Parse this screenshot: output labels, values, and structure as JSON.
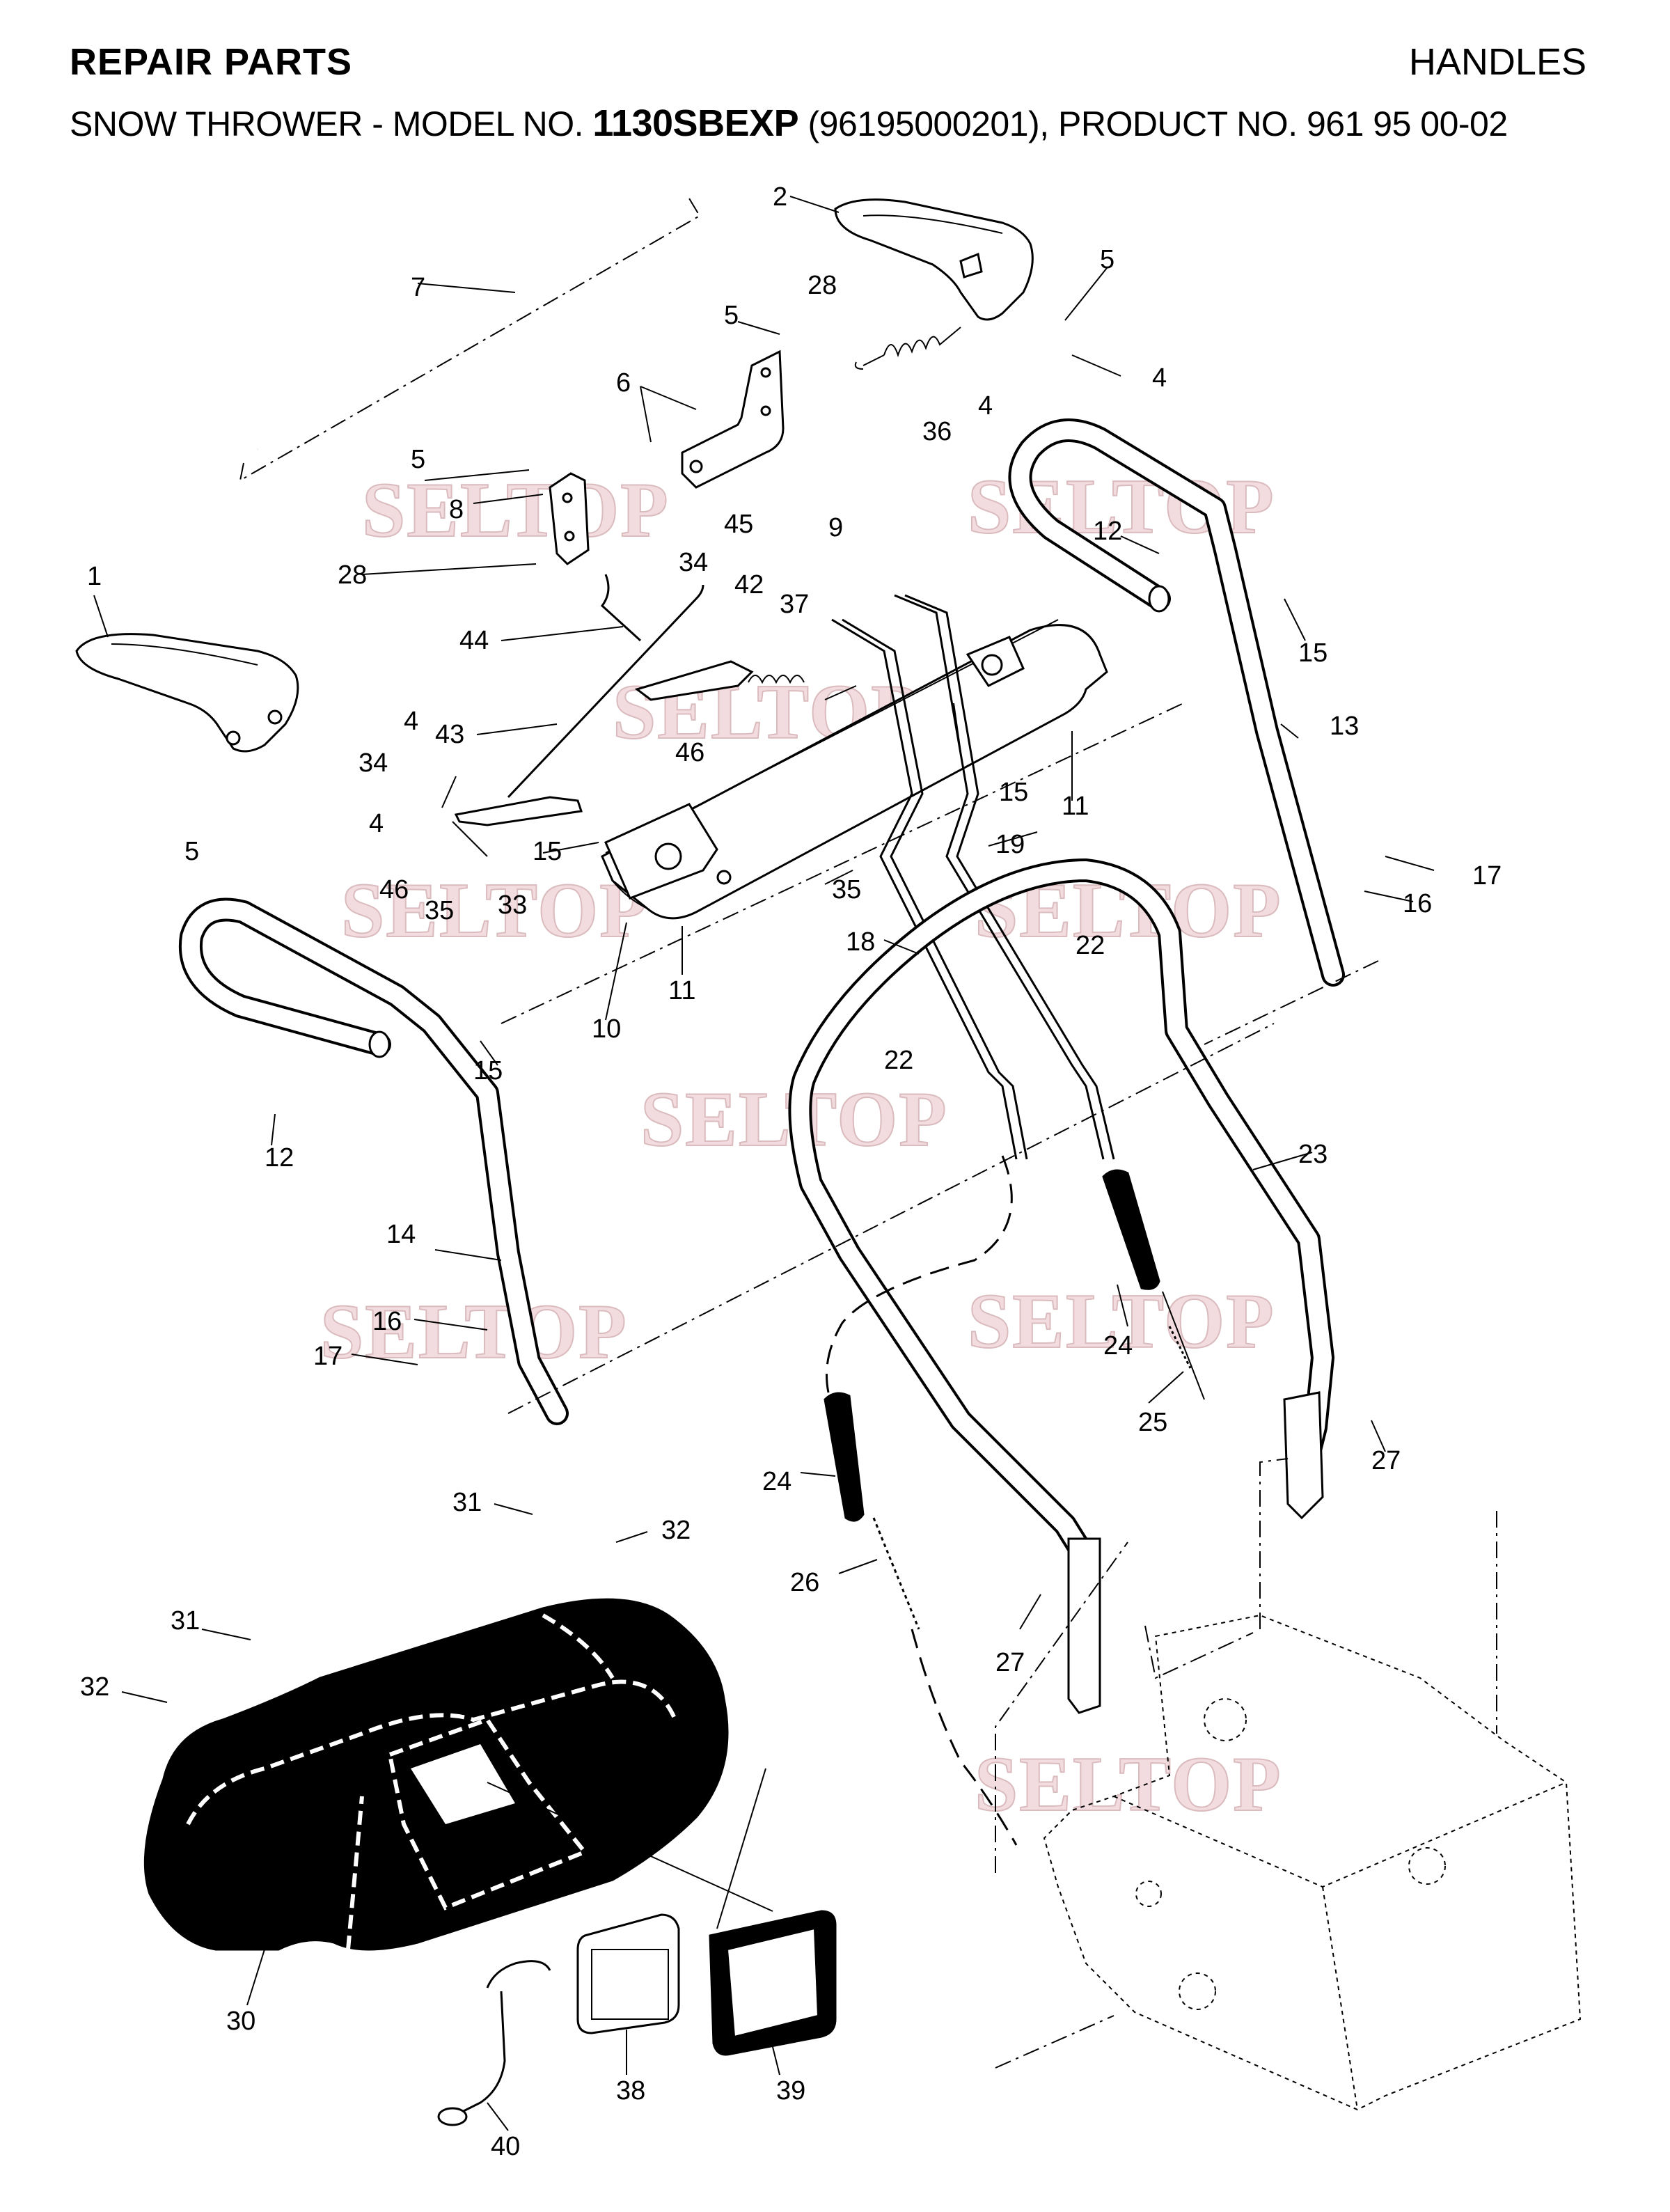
{
  "header": {
    "section": "REPAIR PARTS",
    "category": "HANDLES",
    "subtitle_prefix": "SNOW THROWER - MODEL NO. ",
    "model": "1130SBEXP",
    "subtitle_suffix": " (96195000201), PRODUCT NO. 961 95 00-02"
  },
  "watermark": "SELTOP",
  "callouts": [
    "1",
    "2",
    "4",
    "5",
    "6",
    "7",
    "8",
    "9",
    "10",
    "11",
    "12",
    "13",
    "14",
    "15",
    "16",
    "17",
    "18",
    "19",
    "22",
    "23",
    "24",
    "25",
    "26",
    "27",
    "28",
    "30",
    "31",
    "32",
    "33",
    "34",
    "35",
    "36",
    "37",
    "38",
    "39",
    "40",
    "42",
    "43",
    "44",
    "45",
    "46"
  ],
  "labels": {
    "l1": "1",
    "l2": "2",
    "l4a": "4",
    "l4b": "4",
    "l4c": "4",
    "l4d": "4",
    "l5a": "5",
    "l5b": "5",
    "l5c": "5",
    "l5d": "5",
    "l6": "6",
    "l7": "7",
    "l8": "8",
    "l9": "9",
    "l10": "10",
    "l11a": "11",
    "l11b": "11",
    "l12a": "12",
    "l12b": "12",
    "l13": "13",
    "l14": "14",
    "l15a": "15",
    "l15b": "15",
    "l15c": "15",
    "l15d": "15",
    "l16a": "16",
    "l16b": "16",
    "l17a": "17",
    "l17b": "17",
    "l18": "18",
    "l19": "19",
    "l22a": "22",
    "l22b": "22",
    "l23": "23",
    "l24a": "24",
    "l24b": "24",
    "l25": "25",
    "l26": "26",
    "l27a": "27",
    "l27b": "27",
    "l28a": "28",
    "l28b": "28",
    "l30": "30",
    "l31a": "31",
    "l31b": "31",
    "l32a": "32",
    "l32b": "32",
    "l33": "33",
    "l34a": "34",
    "l34b": "34",
    "l35a": "35",
    "l35b": "35",
    "l36": "36",
    "l37": "37",
    "l38": "38",
    "l39": "39",
    "l40": "40",
    "l42": "42",
    "l43": "43",
    "l44": "44",
    "l45": "45",
    "l46a": "46",
    "l46b": "46"
  }
}
